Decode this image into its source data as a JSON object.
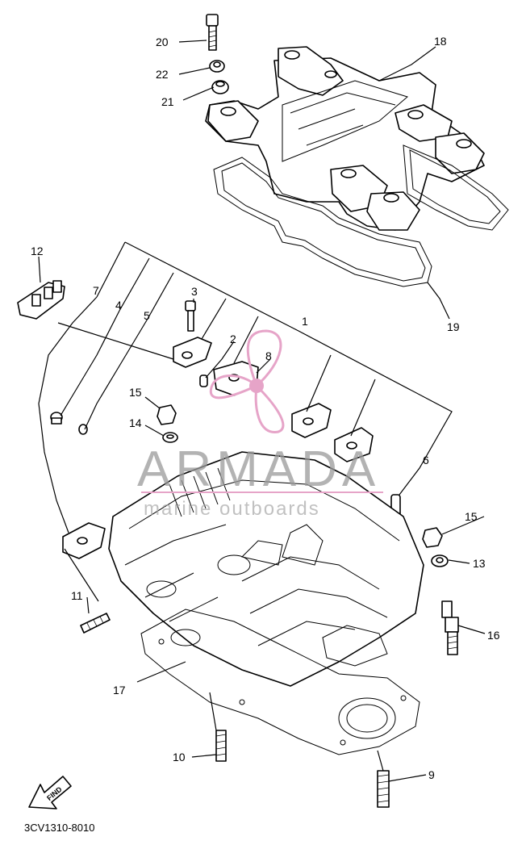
{
  "diagram": {
    "callouts": [
      "20",
      "22",
      "21",
      "18",
      "19",
      "12",
      "7",
      "4",
      "5",
      "3",
      "2",
      "1",
      "8",
      "15",
      "14",
      "6",
      "15",
      "13",
      "16",
      "11",
      "17",
      "10",
      "9"
    ],
    "drawing_code": "3CV1310-8010",
    "find_label": "FIND"
  },
  "watermark": {
    "brand": "ARMADA",
    "tagline": "marine outboards",
    "accent_color": "#e6a4c8"
  }
}
